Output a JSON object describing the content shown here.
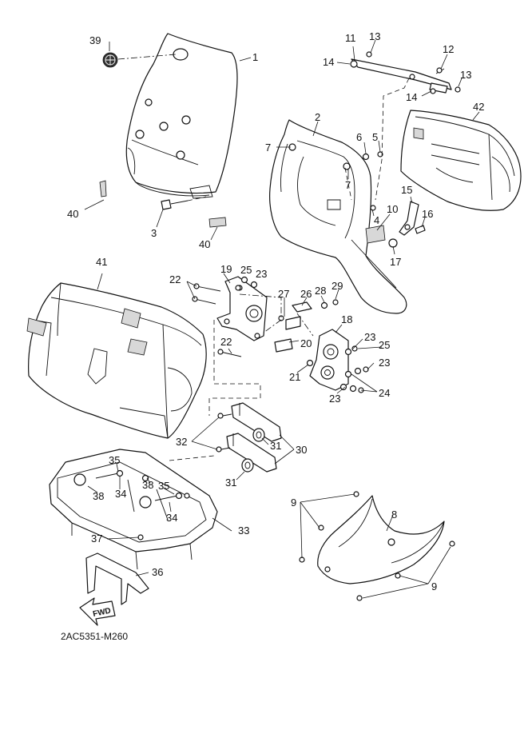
{
  "diagram": {
    "code": "2AC5351-M260",
    "fwd_label": "FWD",
    "callouts": [
      {
        "id": "c39",
        "label": "39"
      },
      {
        "id": "c1",
        "label": "1"
      },
      {
        "id": "c40a",
        "label": "40"
      },
      {
        "id": "c3",
        "label": "3"
      },
      {
        "id": "c40b",
        "label": "40"
      },
      {
        "id": "c11",
        "label": "11"
      },
      {
        "id": "c13a",
        "label": "13"
      },
      {
        "id": "c12",
        "label": "12"
      },
      {
        "id": "c14a",
        "label": "14"
      },
      {
        "id": "c13b",
        "label": "13"
      },
      {
        "id": "c14b",
        "label": "14"
      },
      {
        "id": "c42",
        "label": "42"
      },
      {
        "id": "c2",
        "label": "2"
      },
      {
        "id": "c6",
        "label": "6"
      },
      {
        "id": "c5",
        "label": "5"
      },
      {
        "id": "c7a",
        "label": "7"
      },
      {
        "id": "c7b",
        "label": "7"
      },
      {
        "id": "c15",
        "label": "15"
      },
      {
        "id": "c10",
        "label": "10"
      },
      {
        "id": "c4",
        "label": "4"
      },
      {
        "id": "c16",
        "label": "16"
      },
      {
        "id": "c17",
        "label": "17"
      },
      {
        "id": "c41",
        "label": "41"
      },
      {
        "id": "c19",
        "label": "19"
      },
      {
        "id": "c25a",
        "label": "25"
      },
      {
        "id": "c23a",
        "label": "23"
      },
      {
        "id": "c22a",
        "label": "22"
      },
      {
        "id": "c27",
        "label": "27"
      },
      {
        "id": "c26",
        "label": "26"
      },
      {
        "id": "c28",
        "label": "28"
      },
      {
        "id": "c29",
        "label": "29"
      },
      {
        "id": "c18",
        "label": "18"
      },
      {
        "id": "c22b",
        "label": "22"
      },
      {
        "id": "c20",
        "label": "20"
      },
      {
        "id": "c23b",
        "label": "23"
      },
      {
        "id": "c25b",
        "label": "25"
      },
      {
        "id": "c21",
        "label": "21"
      },
      {
        "id": "c23c",
        "label": "23"
      },
      {
        "id": "c23d",
        "label": "23"
      },
      {
        "id": "c24",
        "label": "24"
      },
      {
        "id": "c32",
        "label": "32"
      },
      {
        "id": "c31a",
        "label": "31"
      },
      {
        "id": "c30",
        "label": "30"
      },
      {
        "id": "c31b",
        "label": "31"
      },
      {
        "id": "c35a",
        "label": "35"
      },
      {
        "id": "c34a",
        "label": "34"
      },
      {
        "id": "c38a",
        "label": "38"
      },
      {
        "id": "c38b",
        "label": "38"
      },
      {
        "id": "c35b",
        "label": "35"
      },
      {
        "id": "c34b",
        "label": "34"
      },
      {
        "id": "c33",
        "label": "33"
      },
      {
        "id": "c37",
        "label": "37"
      },
      {
        "id": "c36",
        "label": "36"
      },
      {
        "id": "c9a",
        "label": "9"
      },
      {
        "id": "c8",
        "label": "8"
      },
      {
        "id": "c9b",
        "label": "9"
      }
    ]
  }
}
